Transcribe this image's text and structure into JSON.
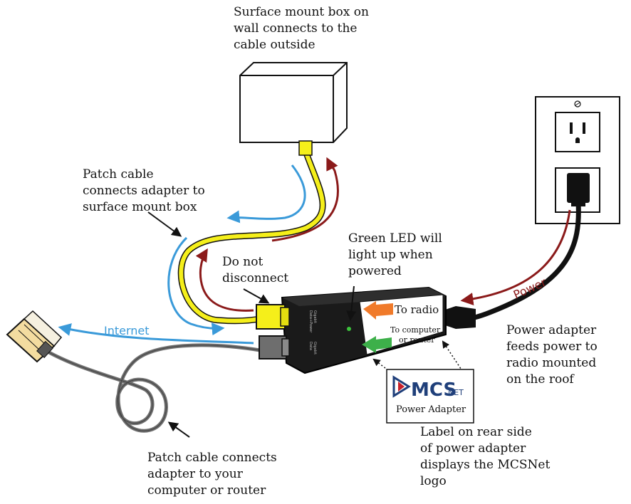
{
  "annotations": {
    "surface_box": "Surface mount box on\nwall connects to the\ncable outside",
    "patch_to_box": "Patch cable\nconnects adapter to\nsurface mount box",
    "do_not_disconnect": "Do not\ndisconnect",
    "green_led": "Green LED will\nlight up when\npowered",
    "power_feed": "Power adapter\nfeeds power to\nradio mounted\non the roof",
    "rear_label": "Label on rear side\nof power adapter\ndisplays the MCSNet\nlogo",
    "patch_to_computer": "Patch cable connects\nadapter to your\ncomputer or router"
  },
  "flow_labels": {
    "internet": "Internet",
    "power": "Power"
  },
  "adapter": {
    "to_radio": "To radio",
    "to_computer_1": "To computer",
    "to_computer_2": "or router",
    "port_top_1": "Gigabit",
    "port_top_2": "Data+Power",
    "port_bottom_1": "Gigabit",
    "port_bottom_2": "Data"
  },
  "logo": {
    "brand": "MCS",
    "brand_suffix": "NET",
    "caption": "Power Adapter"
  },
  "colors": {
    "internet_arrow": "#3a9ad9",
    "power_arrow": "#8b1a1a",
    "yellow_cable": "#f5ef1a",
    "gray_cable": "#6e6e6e",
    "led": "#3cc43c",
    "orange_arrow": "#f07a2a",
    "green_arrow": "#3db04a",
    "logo_blue": "#1f3f7a",
    "logo_red": "#c8202a"
  }
}
